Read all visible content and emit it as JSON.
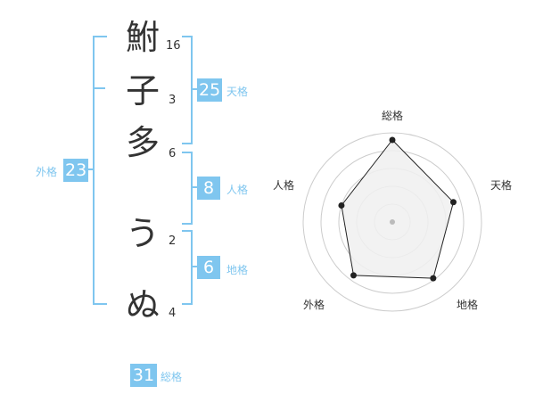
{
  "name": {
    "chars": [
      {
        "char": "鮒",
        "strokes": "16"
      },
      {
        "char": "子",
        "strokes": "3"
      },
      {
        "char": "多",
        "strokes": "6"
      },
      {
        "char": "う",
        "strokes": "2"
      },
      {
        "char": "ぬ",
        "strokes": "4"
      }
    ]
  },
  "fortune": {
    "tenkaku": {
      "value": "25",
      "label": "天格"
    },
    "jinkaku": {
      "value": "8",
      "label": "人格"
    },
    "chikaku": {
      "value": "6",
      "label": "地格"
    },
    "gaikaku": {
      "value": "23",
      "label": "外格"
    },
    "soukaku": {
      "value": "31",
      "label": "総格"
    }
  },
  "chart_data": {
    "type": "radar",
    "axes": [
      "総格",
      "天格",
      "地格",
      "外格",
      "人格"
    ],
    "values": [
      0.92,
      0.72,
      0.78,
      0.74,
      0.6
    ],
    "rings": 5,
    "colors": {
      "fill": "#f0f0f0",
      "line": "#222222",
      "ring": "#cccccc",
      "point": "#222222",
      "center": "#bbbbbb"
    }
  }
}
